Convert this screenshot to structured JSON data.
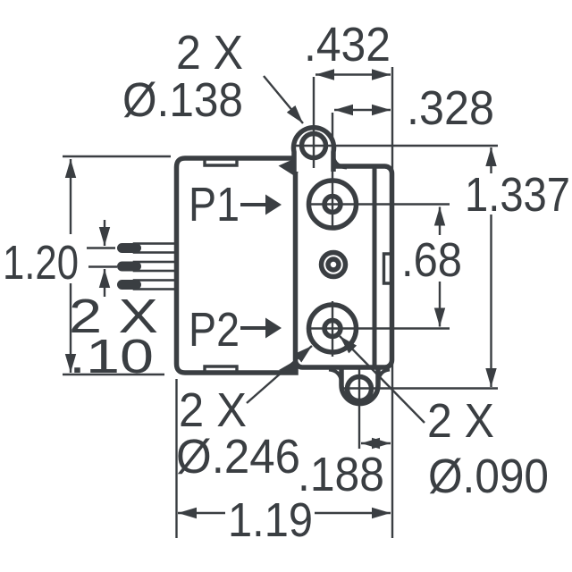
{
  "drawing": {
    "ink_color": "#3a3e42",
    "background_color": "#ffffff",
    "labels": {
      "mount_holes_count": "2 X",
      "mount_holes_dia": "Ø.138",
      "dim_tab_hole_to_edge": ".432",
      "dim_port_to_edge": ".328",
      "dim_hole_to_hole": "1.337",
      "dim_body_height": "1.20",
      "port1": "P1",
      "port2": "P2",
      "dim_port_to_port": ".68",
      "lead_pitch_count": "2 X",
      "lead_pitch": ".10",
      "ports_count": "2 X",
      "ports_dia": "Ø.246",
      "dim_hole_to_edge_bottom": ".188",
      "port_holes_count": "2 X",
      "port_holes_dia": "Ø.090",
      "dim_body_width": "1.19"
    }
  }
}
